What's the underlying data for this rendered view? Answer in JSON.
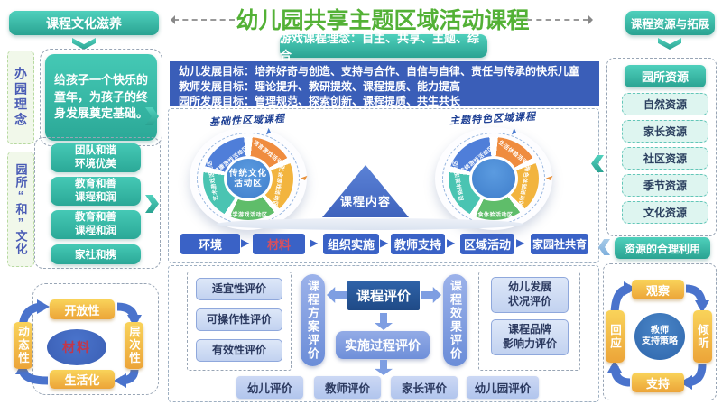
{
  "title": "幼儿园共享主题区域活动课程",
  "header": {
    "left_pill": "课程文化滋养",
    "right_pill": "课程资源与拓展"
  },
  "icons": {
    "flow_arrow": "▶"
  },
  "left": {
    "philosophy_label": "办园理念",
    "philosophy_text": "给孩子一个快乐的童年，为孩子的终身发展奠定基础。",
    "harmony_label": "园所“和”文化",
    "harmony_items": [
      "团队和谐\n环境优美",
      "教育和善\n课程和润",
      "教育和善\n课程和润",
      "家社和携"
    ],
    "materials_cycle": {
      "center": "材料",
      "top": "开放性",
      "right": "层次性",
      "bottom": "生活化",
      "left": "动态性"
    }
  },
  "center": {
    "concept_pill": "游戏课程理念：自主、共享、主题、综合",
    "goals": [
      "幼儿发展目标：培养好奇与创造、支持与合作、自信与自律、责任与传承的快乐儿童",
      "教师发展目标：理论提升、教研提效、课程提质、能力提高",
      "园所发展目标：管理规范、探索创新、课程提质、共生共长"
    ],
    "wheel_left": {
      "title": "基础性区域课程",
      "center": "传统文化活动区",
      "seg_top_left": "健康游戏活动区",
      "seg_top_right": "语言游戏活动区",
      "seg_right": "社会游戏活动区",
      "seg_bottom": "科学游戏活动区",
      "seg_left": "艺术游戏活动区"
    },
    "wheel_right": {
      "title": "主题特色区域课程",
      "center": "",
      "seg_top_left": "传统游戏活动区",
      "seg_top_right": "生活体验活动区",
      "seg_right": "角色体验活动区",
      "seg_bottom": "美食体验活动区",
      "seg_left": "民俗体验活动区"
    },
    "triangle_label": "课程内容",
    "flow": [
      "环境",
      "材料",
      "组织实施",
      "教师支持",
      "区域活动",
      "家园社共育"
    ],
    "evaluation": {
      "main": "课程评价",
      "plan_pill": "课程方案评价",
      "effect_pill": "课程效果评价",
      "plan_items": [
        "适宜性评价",
        "可操作性评价",
        "有效性评价"
      ],
      "effect_items": [
        "幼儿发展\n状况评价",
        "课程品牌\n影响力评价"
      ],
      "process": "实施过程评价",
      "subjects": [
        "幼儿评价",
        "教师评价",
        "家长评价",
        "幼儿园评价"
      ]
    }
  },
  "right": {
    "resources_pill": "园所资源",
    "resources": [
      "自然资源",
      "家长资源",
      "社区资源",
      "季节资源",
      "文化资源"
    ],
    "utilization_pill": "资源的合理利用",
    "support_cycle": {
      "center": "教师\n支持策略",
      "top": "观察",
      "right": "倾听",
      "bottom": "支持",
      "left": "回应"
    }
  },
  "colors": {
    "title_green": "#53B136",
    "teal": "#2FB3A0",
    "blue": "#3A62C6",
    "dark_blue": "#27548E",
    "yellow": "#F2B43E",
    "red_text": "#C2374A"
  }
}
